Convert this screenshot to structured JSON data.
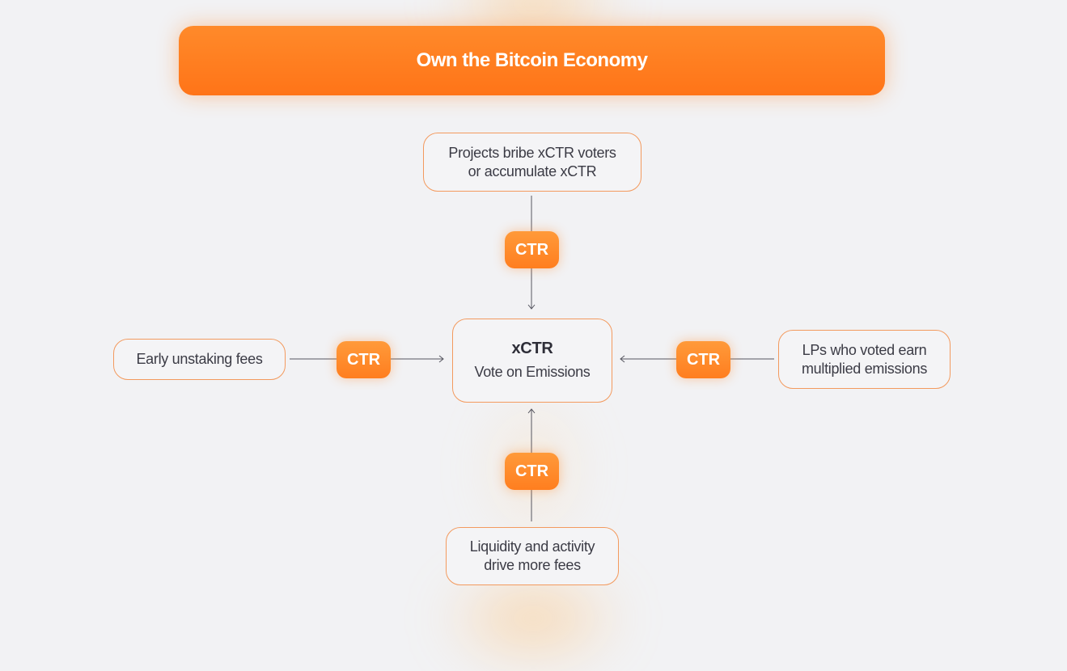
{
  "banner": {
    "title": "Own the Bitcoin Economy"
  },
  "center": {
    "title": "xCTR",
    "subtitle": "Vote on Emissions"
  },
  "sources": {
    "top": {
      "line1": "Projects bribe xCTR voters",
      "line2": "or accumulate xCTR"
    },
    "left": {
      "line1": "Early unstaking fees"
    },
    "right": {
      "line1": "LPs who voted earn",
      "line2": "multiplied emissions"
    },
    "bottom": {
      "line1": "Liquidity and activity",
      "line2": "drive more fees"
    }
  },
  "token": {
    "label": "CTR"
  },
  "colors": {
    "accent": "#ff7e1f",
    "node_border": "#f39a5e",
    "text": "#3b3b45",
    "background": "#f2f2f4"
  }
}
